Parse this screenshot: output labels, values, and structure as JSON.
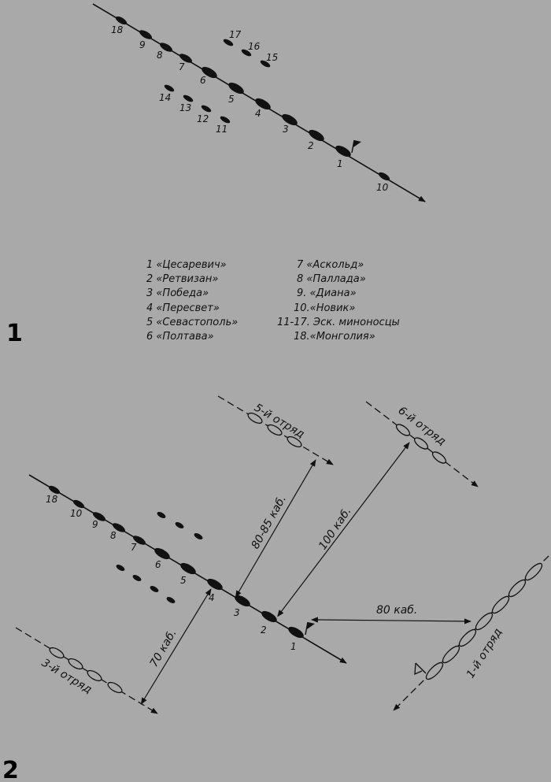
{
  "figure1": {
    "number": "1",
    "ship_numbers": [
      "18",
      "9",
      "8",
      "7",
      "6",
      "5",
      "4",
      "3",
      "2",
      "1",
      "10",
      "17",
      "16",
      "15",
      "14",
      "13",
      "12",
      "11"
    ],
    "legend_left": [
      "1 «Цесаревич»",
      "2 «Ретвизан»",
      "3 «Победа»",
      "4 «Пересвет»",
      "5 «Севастополь»",
      "6 «Полтава»"
    ],
    "legend_right": [
      "7 «Аскольд»",
      "8 «Паллада»",
      "9. «Диана»",
      "10.«Новик»",
      "11-17. Эск. миноносцы",
      "18.«Монголия»"
    ]
  },
  "figure2": {
    "number": "2",
    "ship_numbers": [
      "18",
      "10",
      "9",
      "8",
      "7",
      "6",
      "5",
      "4",
      "3",
      "2",
      "1"
    ],
    "detachments": {
      "d5": "5-й отряд",
      "d6": "6-й отряд",
      "d3": "3-й отряд",
      "d1": "1-й отряд"
    },
    "distances": {
      "d5": "80-85 каб.",
      "d6": "100 каб.",
      "d1": "80 каб.",
      "d3": "70 каб."
    }
  }
}
